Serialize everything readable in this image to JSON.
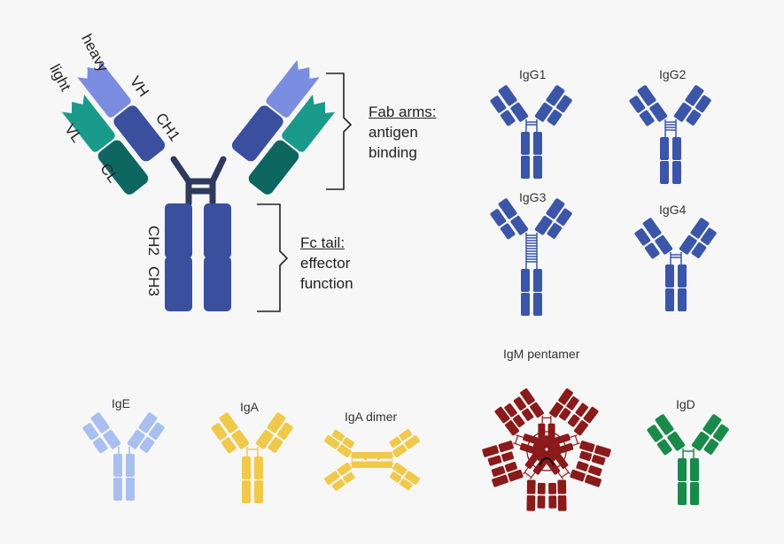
{
  "main_antibody": {
    "labels": {
      "heavy": "heavy",
      "light": "light",
      "vh": "VH",
      "ch1": "CH1",
      "vl": "VL",
      "cl": "CL",
      "ch2": "CH2",
      "ch3": "CH3"
    },
    "fab_annotation": {
      "title": "Fab arms:",
      "line1": "antigen",
      "line2": "binding"
    },
    "fc_annotation": {
      "title": "Fc tail:",
      "line1": "effector",
      "line2": "function"
    }
  },
  "subclasses": [
    {
      "name": "IgG1",
      "hinge_bars": 2
    },
    {
      "name": "IgG2",
      "hinge_bars": 4
    },
    {
      "name": "IgG3",
      "hinge_bars": 11
    },
    {
      "name": "IgG4",
      "hinge_bars": 2
    }
  ],
  "isotypes": [
    {
      "name": "IgE"
    },
    {
      "name": "IgA"
    },
    {
      "name": "IgA dimer"
    },
    {
      "name": "IgM pentamer"
    },
    {
      "name": "IgD"
    }
  ],
  "colors": {
    "heavy_dark": "#3a4f9e",
    "heavy_light": "#7b8de0",
    "light_teal": "#1a9a8a",
    "light_dark": "#0d6660",
    "hinge": "#2d3a5e",
    "igg": "#3b56a8",
    "ige": "#a9bff0",
    "iga": "#f0c94a",
    "igm": "#8b1a1a",
    "igd": "#1a8a4a"
  }
}
